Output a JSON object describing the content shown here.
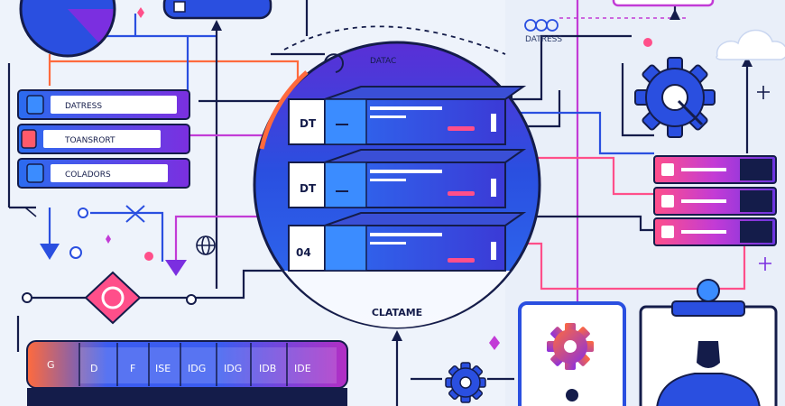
{
  "header": {
    "top_label": "DATAC",
    "top_right_label": "DATRESS"
  },
  "server": {
    "caption": "CLATAME",
    "racks": [
      {
        "label": "DT"
      },
      {
        "label": "DT"
      },
      {
        "label": "04"
      }
    ]
  },
  "left_panels": [
    {
      "label": "DATRESS"
    },
    {
      "label": "TOANSRORT"
    },
    {
      "label": "COLADORS"
    }
  ],
  "bottom_bar": {
    "cells": [
      "G",
      "D",
      "F",
      "ISE",
      "IDG",
      "IDG",
      "IDB",
      "IDE"
    ]
  },
  "colors": {
    "blue": "#2a4fe0",
    "purple": "#7b2fe0",
    "pink": "#f0457a",
    "navy": "#141c4a",
    "magenta": "#b32ec4",
    "orange": "#ff6a3d",
    "bg": "#eef3fb"
  },
  "icons": [
    "gear-icon",
    "globe-icon",
    "person-icon",
    "cloud-icon",
    "database-icon",
    "pie-chart-icon",
    "lock-icon",
    "arrow-icon"
  ]
}
